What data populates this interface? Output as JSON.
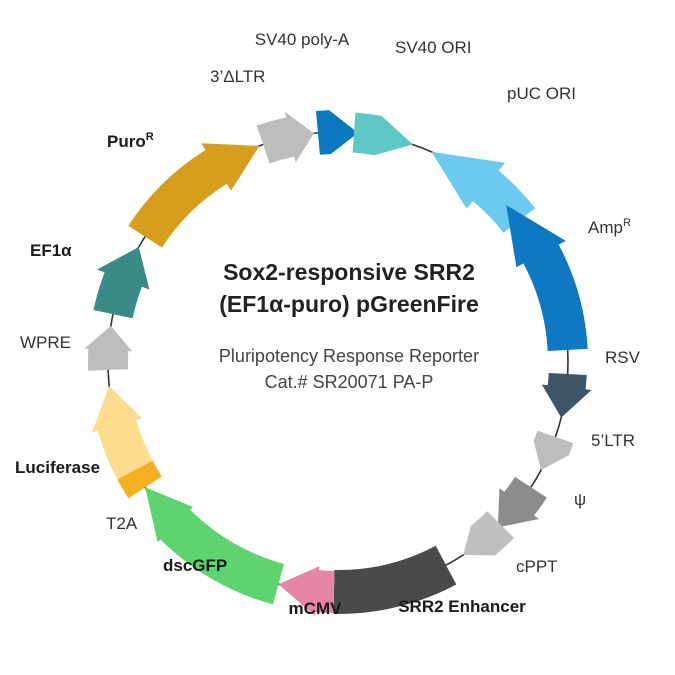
{
  "title_line1": "Sox2-responsive SRR2",
  "title_line2": "(EF1α-puro) pGreenFire",
  "subtitle_line1": "Pluripotency Response Reporter",
  "subtitle_line2": "Cat.# SR20071 PA-P",
  "backbone_color": "#333333",
  "features": [
    {
      "id": "sv40-polya",
      "label": "SV40 poly-A",
      "color": "#0a77c0",
      "bold": false
    },
    {
      "id": "sv40-ori",
      "label": "SV40 ORI",
      "color": "#5ec8c6",
      "bold": false
    },
    {
      "id": "puc-ori",
      "label": "pUC ORI",
      "color": "#6cc9f0",
      "bold": false
    },
    {
      "id": "ampr",
      "label": "Amp",
      "sup": "R",
      "color": "#0f78c2",
      "bold": false
    },
    {
      "id": "rsv",
      "label": "RSV",
      "color": "#3f5568",
      "bold": false
    },
    {
      "id": "5ltr",
      "label": "5’LTR",
      "color": "#bdbdbd",
      "bold": false
    },
    {
      "id": "psi",
      "label": "ψ",
      "color": "#8c8c8c",
      "bold": false
    },
    {
      "id": "cppt",
      "label": "cPPT",
      "color": "#bfbfbf",
      "bold": false
    },
    {
      "id": "srr2",
      "label": "SRR2 Enhancer",
      "color": "#4a4a4a",
      "bold": true
    },
    {
      "id": "mcmv",
      "label": "mCMV",
      "color": "#e685a7",
      "bold": true
    },
    {
      "id": "dscgfp",
      "label": "dscGFP",
      "color": "#5ed36f",
      "bold": true
    },
    {
      "id": "t2a",
      "label": "T2A",
      "color": "#f4b021",
      "bold": false
    },
    {
      "id": "luciferase",
      "label": "Luciferase",
      "color": "#fddc8e",
      "bold": true
    },
    {
      "id": "wpre",
      "label": "WPRE",
      "color": "#bdbdbd",
      "bold": false
    },
    {
      "id": "ef1a",
      "label": "EF1α",
      "color": "#3a8a86",
      "bold": true
    },
    {
      "id": "puror",
      "label": "Puro",
      "sup": "R",
      "color": "#d69e1d",
      "bold": true
    },
    {
      "id": "3ltr",
      "label": "3’ΔLTR",
      "color": "#bdbdbd",
      "bold": false
    }
  ]
}
